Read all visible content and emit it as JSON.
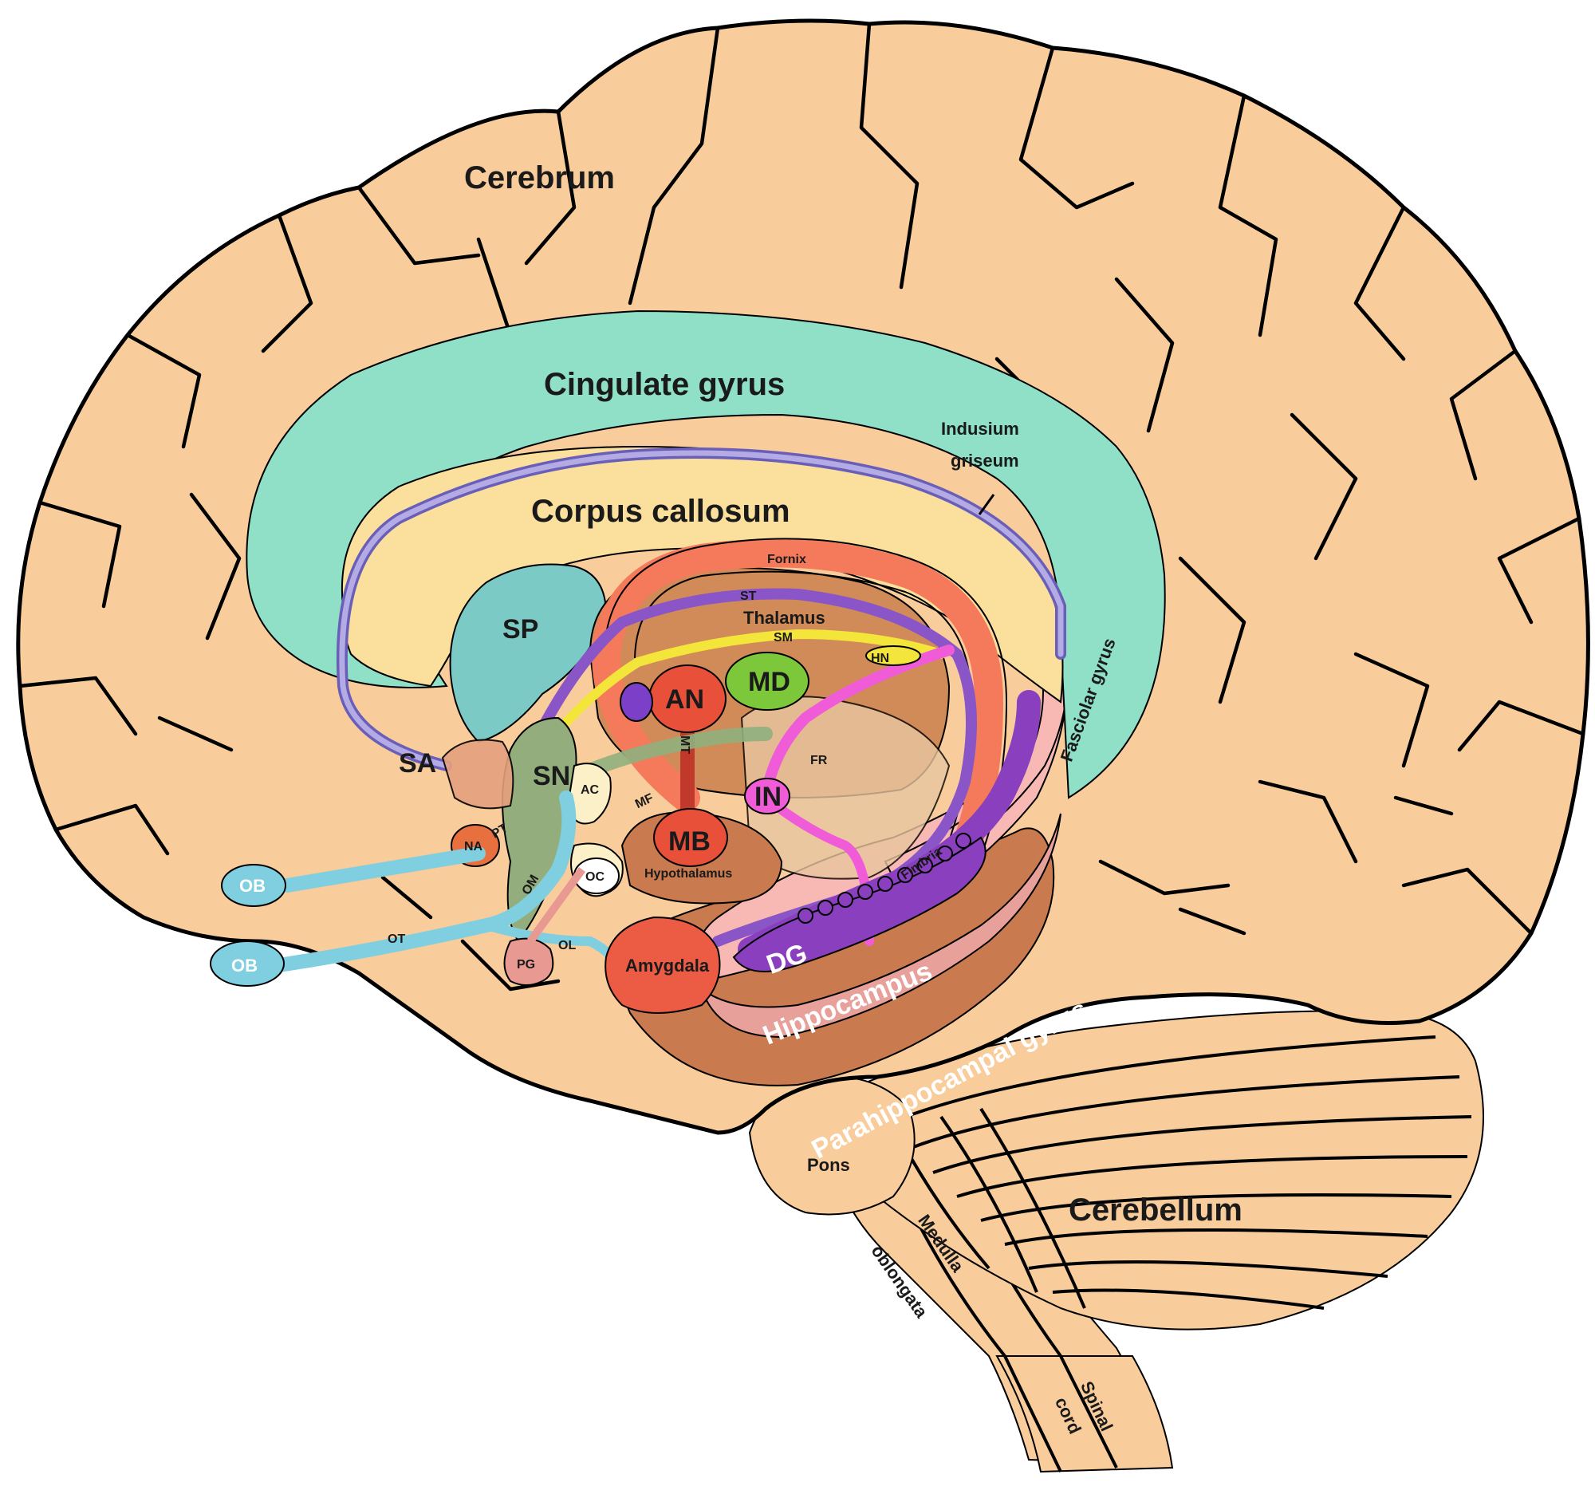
{
  "labels": {
    "cerebrum": "Cerebrum",
    "cingulate_gyrus": "Cingulate gyrus",
    "indusium_griseum_1": "Indusium",
    "indusium_griseum_2": "griseum",
    "corpus_callosum": "Corpus callosum",
    "fornix": "Fornix",
    "st": "ST",
    "thalamus": "Thalamus",
    "sm": "SM",
    "hn": "HN",
    "sp": "SP",
    "md": "MD",
    "an": "AN",
    "mt": "MT",
    "fr": "FR",
    "fasciolar_gyrus": "Fasciolar gyrus",
    "sa": "SA",
    "sn": "SN",
    "ac": "AC",
    "mf": "MF",
    "in": "IN",
    "na": "NA",
    "pt": "PT",
    "mb": "MB",
    "hypothalamus": "Hypothalamus",
    "fimbria": "Fimbria",
    "ob_upper": "OB",
    "ob_lower": "OB",
    "om": "OM",
    "oc": "OC",
    "ot": "OT",
    "ol": "OL",
    "pg": "PG",
    "amygdala": "Amygdala",
    "dg": "DG",
    "hippocampus": "Hippocampus",
    "parahippocampal_gyrus": "Parahippocampal gyrus",
    "pons": "Pons",
    "medulla_1": "Medulla",
    "medulla_2": "oblongata",
    "cerebellum": "Cerebellum",
    "spinal_1": "Spinal",
    "spinal_2": "cord"
  },
  "colors": {
    "cortex": "#f9cc9b",
    "cingulate": "#8fe0c6",
    "callosum": "#fbdf9d",
    "septum": "#7ccac6",
    "fornix": "#f47a5b",
    "thalamus": "#d18b58",
    "stria": "#8a55c6",
    "medullaris": "#f3e53a",
    "md_nucleus": "#7cc83a",
    "anterior_nucleus": "#e8503a",
    "indusium": "#a69ad4",
    "olfactory": "#7fcfe0",
    "septal_nuclei": "#93ae7c",
    "hippocampus": "#f8b8b4",
    "dentate": "#8a3fbf",
    "parahippocampal": "#c97a4e",
    "amygdala": "#ec5c45",
    "habenula": "#f05cd7"
  }
}
